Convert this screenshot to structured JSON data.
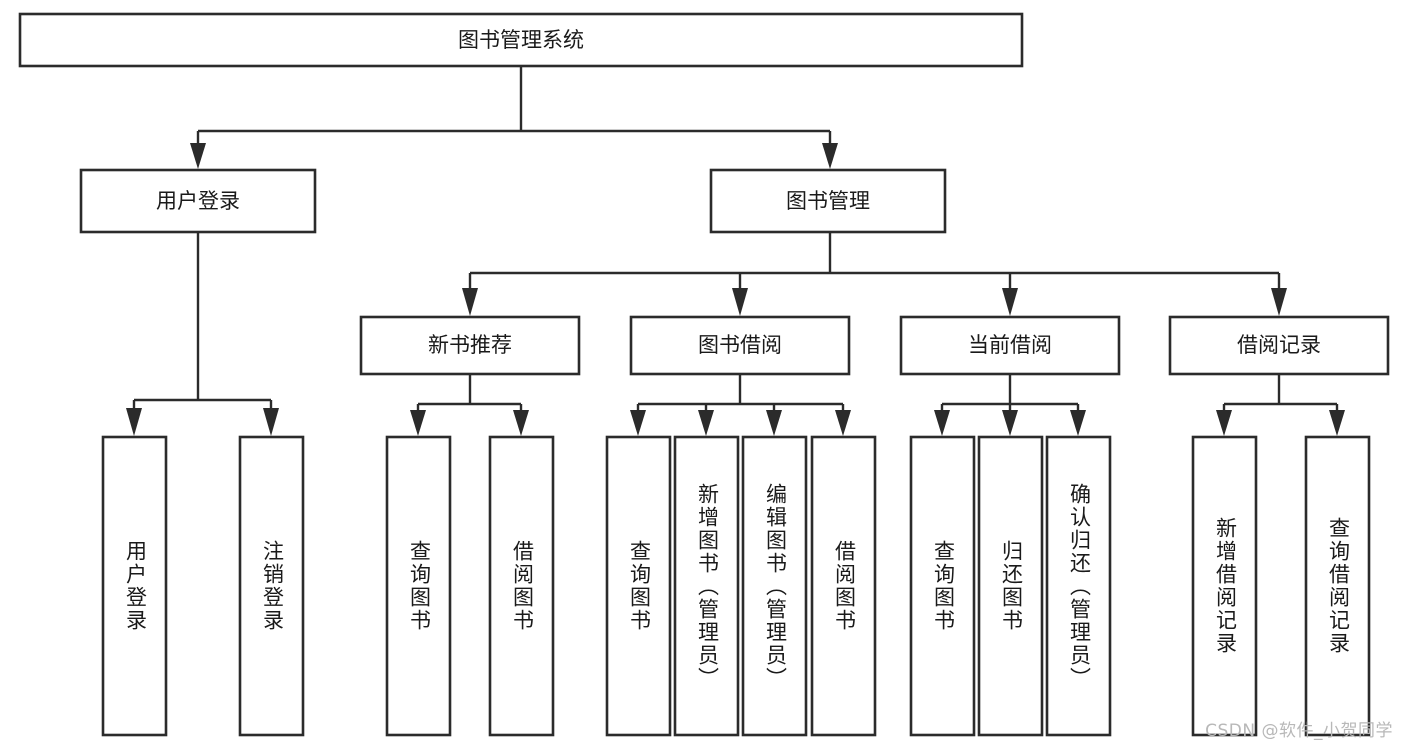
{
  "diagram": {
    "title": "图书管理系统",
    "type": "tree-hierarchy-chart",
    "orientation": "top-down",
    "colors": {
      "background": "#ffffff",
      "box_fill": "#ffffff",
      "box_stroke": "#2b2b2b",
      "text": "#1a1a1a",
      "watermark": "#b8b8b8"
    },
    "root": {
      "id": "root",
      "label": "图书管理系统",
      "orientation": "horizontal"
    },
    "level2": [
      {
        "id": "user-login",
        "label": "用户登录",
        "orientation": "horizontal"
      },
      {
        "id": "book-manage",
        "label": "图书管理",
        "orientation": "horizontal"
      }
    ],
    "level3": [
      {
        "id": "new-book-recommend",
        "label": "新书推荐",
        "orientation": "horizontal",
        "parent": "book-manage"
      },
      {
        "id": "book-borrow",
        "label": "图书借阅",
        "orientation": "horizontal",
        "parent": "book-manage"
      },
      {
        "id": "current-borrow",
        "label": "当前借阅",
        "orientation": "horizontal",
        "parent": "book-manage"
      },
      {
        "id": "borrow-record",
        "label": "借阅记录",
        "orientation": "horizontal",
        "parent": "book-manage"
      }
    ],
    "leaves": {
      "user-login": [
        {
          "id": "leaf-user-login",
          "label": "用户登录",
          "orientation": "vertical"
        },
        {
          "id": "leaf-logout-login",
          "label": "注销登录",
          "orientation": "vertical"
        }
      ],
      "new-book-recommend": [
        {
          "id": "leaf-query-book-1",
          "label": "查询图书",
          "orientation": "vertical"
        },
        {
          "id": "leaf-borrow-book-1",
          "label": "借阅图书",
          "orientation": "vertical"
        }
      ],
      "book-borrow": [
        {
          "id": "leaf-query-book-2",
          "label": "查询图书",
          "orientation": "vertical"
        },
        {
          "id": "leaf-add-book-admin",
          "label": "新增图书（管理员）",
          "orientation": "vertical"
        },
        {
          "id": "leaf-edit-book-admin",
          "label": "编辑图书（管理员）",
          "orientation": "vertical"
        },
        {
          "id": "leaf-borrow-book-2",
          "label": "借阅图书",
          "orientation": "vertical"
        }
      ],
      "current-borrow": [
        {
          "id": "leaf-query-book-3",
          "label": "查询图书",
          "orientation": "vertical"
        },
        {
          "id": "leaf-return-book",
          "label": "归还图书",
          "orientation": "vertical"
        },
        {
          "id": "leaf-confirm-return-admin",
          "label": "确认归还（管理员）",
          "orientation": "vertical"
        }
      ],
      "borrow-record": [
        {
          "id": "leaf-add-borrow-record",
          "label": "新增借阅记录",
          "orientation": "vertical"
        },
        {
          "id": "leaf-query-borrow-record",
          "label": "查询借阅记录",
          "orientation": "vertical"
        }
      ]
    },
    "watermark": "CSDN @软件_小贺同学"
  }
}
